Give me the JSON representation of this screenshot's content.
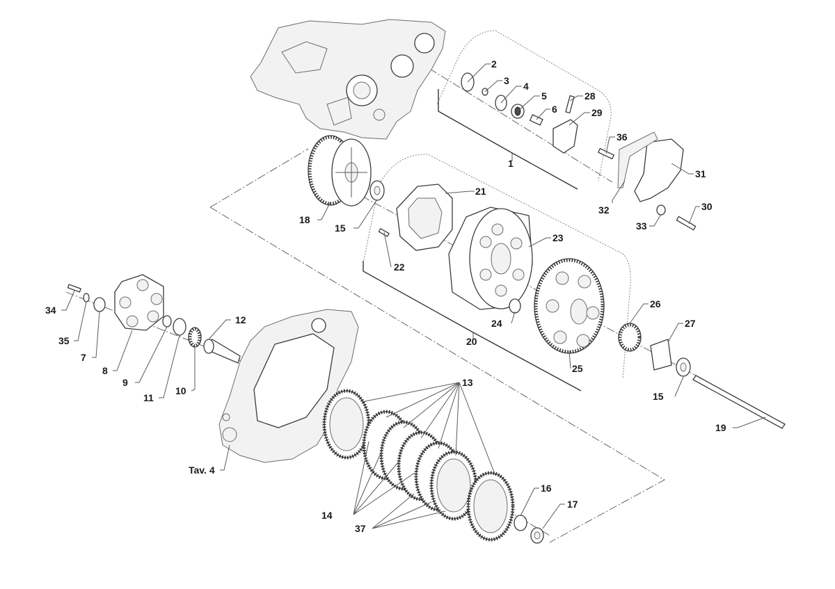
{
  "callouts": {
    "c1": "1",
    "c2": "2",
    "c3": "3",
    "c4": "4",
    "c5": "5",
    "c6": "6",
    "c7": "7",
    "c8": "8",
    "c9": "9",
    "c10": "10",
    "c11": "11",
    "c12": "12",
    "c13": "13",
    "c14": "14",
    "c15a": "15",
    "c15b": "15",
    "c16": "16",
    "c17": "17",
    "c18": "18",
    "c19": "19",
    "c20": "20",
    "c21": "21",
    "c22": "22",
    "c23": "23",
    "c24": "24",
    "c25": "25",
    "c26": "26",
    "c27": "27",
    "c28": "28",
    "c29": "29",
    "c30": "30",
    "c31": "31",
    "c32": "32",
    "c33": "33",
    "c34": "34",
    "c35": "35",
    "c36": "36",
    "c37": "37",
    "tav4": "Tav. 4"
  }
}
